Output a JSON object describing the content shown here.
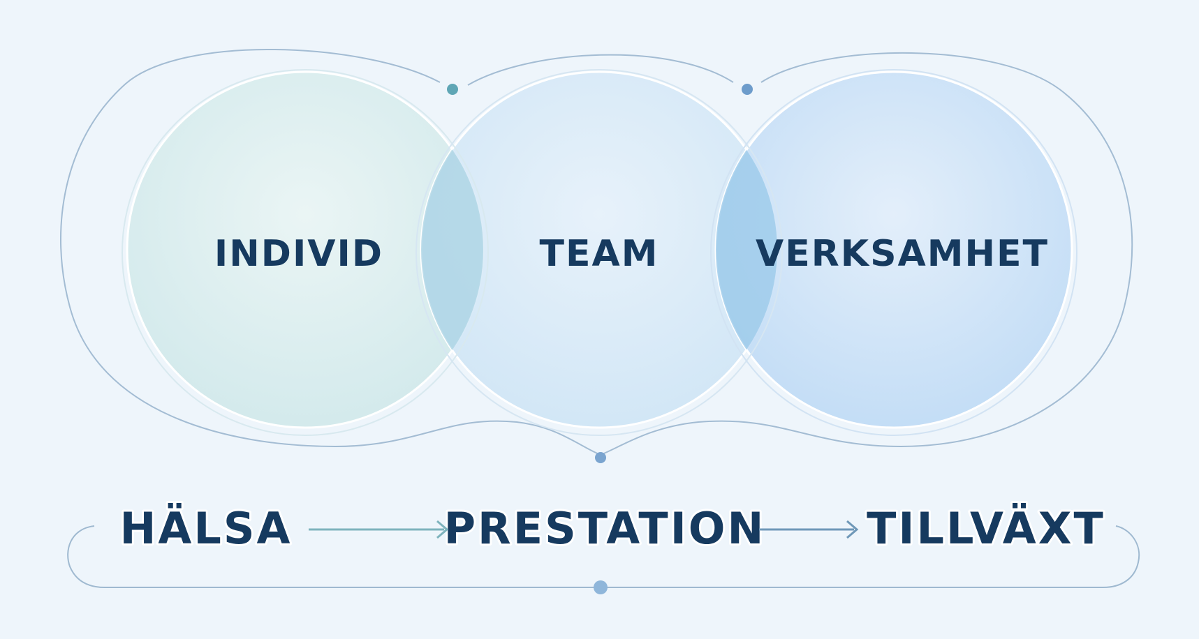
{
  "venn": {
    "circles": [
      {
        "label": "INDIVID",
        "color": "#cfe8ea"
      },
      {
        "label": "TEAM",
        "color": "#cfe5f5"
      },
      {
        "label": "VERKSAMHET",
        "color": "#c3ddf6"
      }
    ],
    "overlap_color": "#9ccbea"
  },
  "flow": {
    "steps": [
      "HÄLSA",
      "PRESTATION",
      "TILLVÄXT"
    ],
    "arrow_colors": [
      "#7eb3bd",
      "#6f98b8"
    ]
  },
  "colors": {
    "background": "#eef5fb",
    "text": "#163a5f",
    "outline": "#9fb9d0",
    "node_teal": "#5fa6b5",
    "node_blue": "#6d9ccb"
  }
}
